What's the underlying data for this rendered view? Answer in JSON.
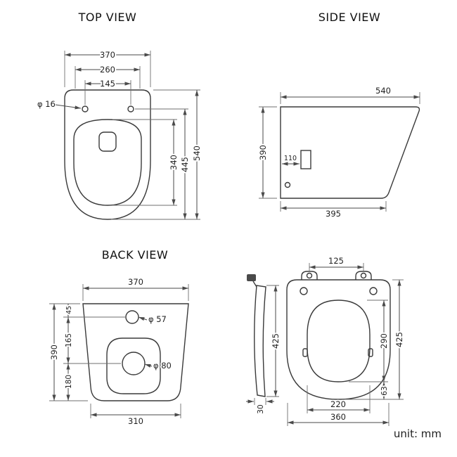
{
  "unit_label": "unit: mm",
  "colors": {
    "ink": "#3a3a3a",
    "dimension_lines": "#4a4a4a",
    "text": "#1f1f1f",
    "background": "#ffffff"
  },
  "top_view": {
    "title": "TOP VIEW",
    "dims": {
      "overall_width": "370",
      "tank_width": "260",
      "hole_spacing": "145",
      "hole_diameter": "φ 16",
      "bowl_depth": "340",
      "seat_depth": "445",
      "overall_depth": "540"
    }
  },
  "side_view": {
    "title": "SIDE VIEW",
    "dims": {
      "overall_depth": "540",
      "height": "390",
      "bracket_offset": "110",
      "base_depth": "395"
    }
  },
  "back_view": {
    "title": "BACK VIEW",
    "dims": {
      "overall_width": "370",
      "inlet_offset": "45",
      "inlet_to_outlet": "165",
      "outlet_to_floor": "180",
      "height": "390",
      "inlet_diameter": "φ 57",
      "outlet_diameter": "φ 80",
      "base_width": "310"
    }
  },
  "seat_view": {
    "dims": {
      "hinge_spacing": "125",
      "profile_length": "425",
      "profile_thickness": "30",
      "seat_length": "425",
      "opening_length": "290",
      "tail_length": "63",
      "opening_width": "220",
      "seat_width": "360"
    }
  }
}
